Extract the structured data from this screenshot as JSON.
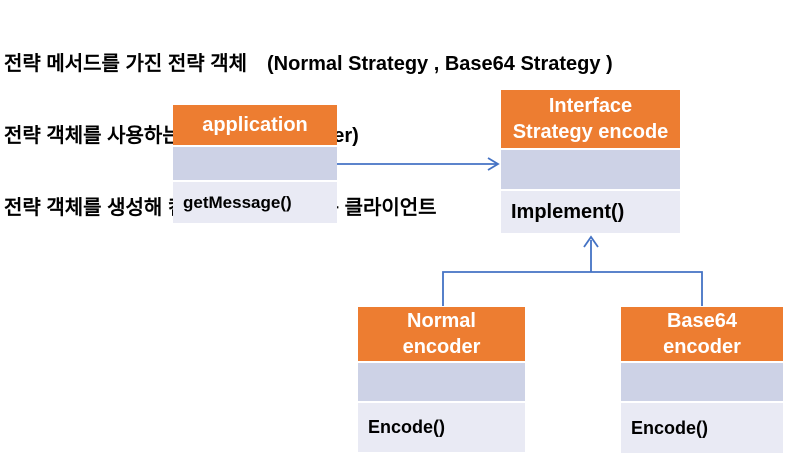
{
  "caption": {
    "lines": [
      "전략 메서드를 가진 전략 객체　(Normal Strategy , Base64 Strategy )",
      "전략 객체를 사용하는 컨텍스트 (Encoder)",
      "전략 객체를 생성해 컨텍스트에 주입하는 클라이언트"
    ]
  },
  "diagram": {
    "boxes": {
      "application": {
        "title": "application",
        "method": "getMessage()"
      },
      "interface": {
        "title_line1": "Interface",
        "title_line2": "Strategy encode",
        "method": "Implement()"
      },
      "normal": {
        "title_line1": "Normal",
        "title_line2": "encoder",
        "method": "Encode()"
      },
      "base64": {
        "title_line1": "Base64",
        "title_line2": "encoder",
        "method": "Encode()"
      }
    },
    "connectors": {
      "association": "application-to-interface-arrow",
      "inheritance": "encoders-to-interface-arrow"
    }
  },
  "colors": {
    "header_orange": "#ED7D31",
    "attributes_band": "#CDD2E6",
    "methods_band": "#E9EAF4",
    "arrow_blue": "#4472C4",
    "header_text": "#FFFFFF",
    "caption_text": "#000000"
  }
}
